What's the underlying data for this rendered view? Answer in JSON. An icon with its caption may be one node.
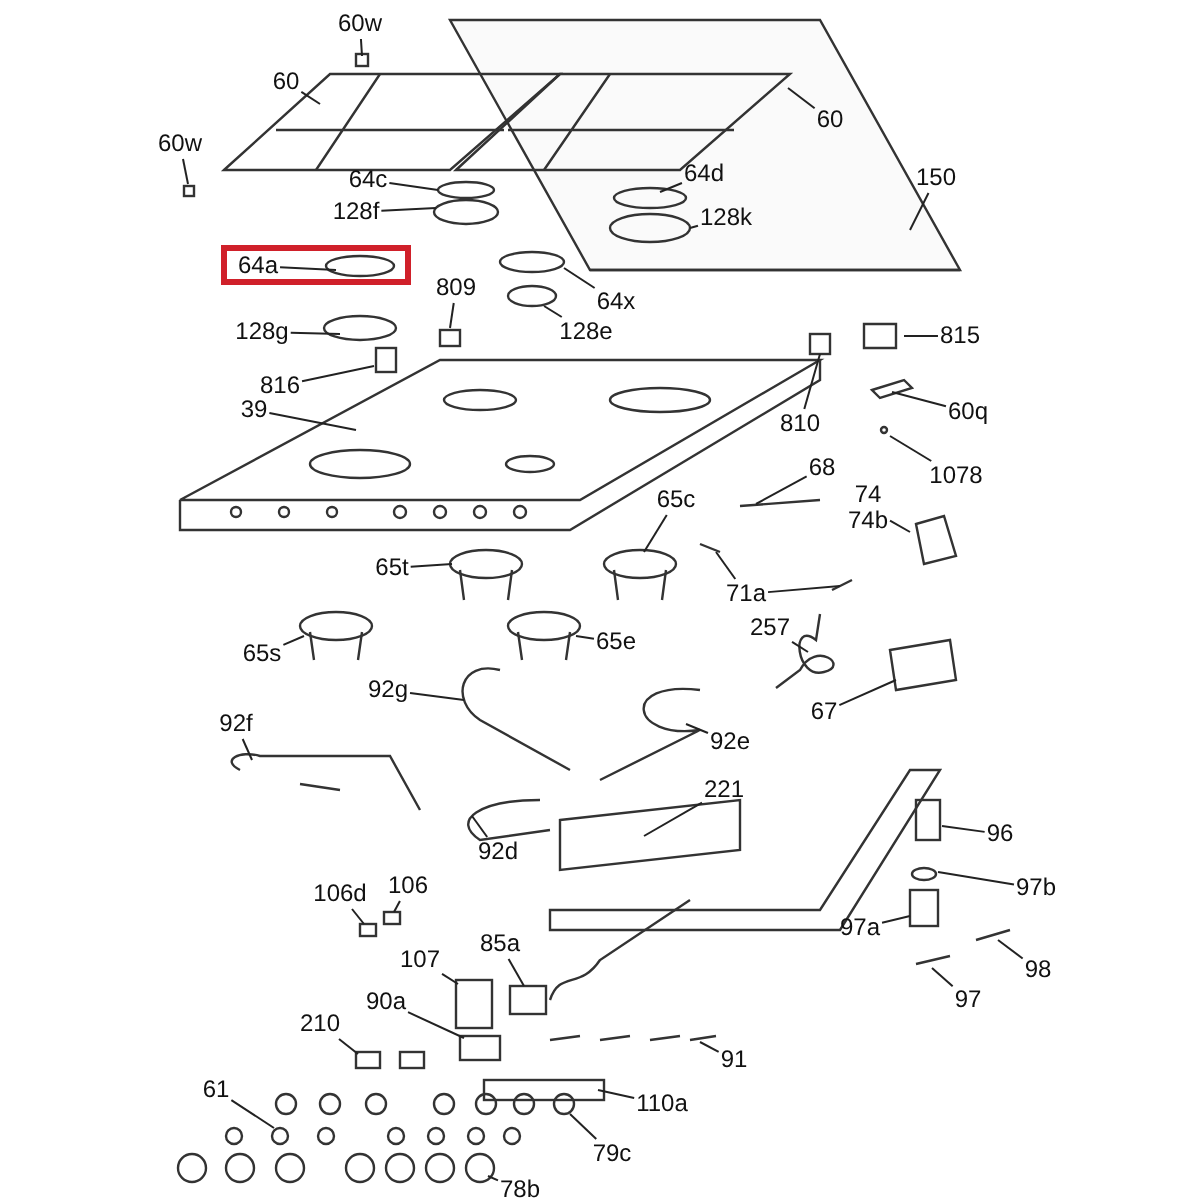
{
  "diagram": {
    "nodes": [
      {
        "text": [
          "60w"
        ]
      },
      {
        "text": [
          "60"
        ]
      },
      {
        "text": [
          "60w"
        ]
      },
      {
        "text": [
          "60"
        ]
      },
      {
        "text": [
          "150"
        ]
      },
      {
        "text": [
          "64c"
        ]
      },
      {
        "text": [
          "64d"
        ]
      },
      {
        "text": [
          "128f"
        ]
      },
      {
        "text": [
          "128k"
        ]
      },
      {
        "text": [
          "64a"
        ]
      },
      {
        "text": [
          "128g"
        ]
      },
      {
        "text": [
          "64x"
        ]
      },
      {
        "text": [
          "809"
        ]
      },
      {
        "text": [
          "128e"
        ]
      },
      {
        "text": [
          "816"
        ]
      },
      {
        "text": [
          "815"
        ]
      },
      {
        "text": [
          "810"
        ]
      },
      {
        "text": [
          "60q"
        ]
      },
      {
        "text": [
          "39"
        ]
      },
      {
        "text": [
          "1078"
        ]
      },
      {
        "text": [
          "68"
        ]
      },
      {
        "text": [
          "74",
          "74b"
        ]
      },
      {
        "text": [
          "65c"
        ]
      },
      {
        "text": [
          "65t"
        ]
      },
      {
        "text": [
          "71a"
        ]
      },
      {
        "text": [
          "65s"
        ]
      },
      {
        "text": [
          "65e"
        ]
      },
      {
        "text": [
          "257"
        ]
      },
      {
        "text": [
          "92g"
        ]
      },
      {
        "text": [
          "67"
        ]
      },
      {
        "text": [
          "92f"
        ]
      },
      {
        "text": [
          "92e"
        ]
      },
      {
        "text": [
          "221"
        ]
      },
      {
        "text": [
          "92d"
        ]
      },
      {
        "text": [
          "96"
        ]
      },
      {
        "text": [
          "106d"
        ]
      },
      {
        "text": [
          "106"
        ]
      },
      {
        "text": [
          "97b"
        ]
      },
      {
        "text": [
          "97a"
        ]
      },
      {
        "text": [
          "85a"
        ]
      },
      {
        "text": [
          "107"
        ]
      },
      {
        "text": [
          "98"
        ]
      },
      {
        "text": [
          "97"
        ]
      },
      {
        "text": [
          "90a"
        ]
      },
      {
        "text": [
          "210"
        ]
      },
      {
        "text": [
          "91"
        ]
      },
      {
        "text": [
          "61"
        ]
      },
      {
        "text": [
          "110a"
        ]
      },
      {
        "text": [
          "79c"
        ]
      },
      {
        "text": [
          "78b"
        ]
      }
    ],
    "edges": [
      {
        "from": 0,
        "to": null,
        "arrow": "none"
      },
      {
        "from": 1,
        "to": null,
        "arrow": "none"
      },
      {
        "from": 2,
        "to": null,
        "arrow": "none"
      },
      {
        "from": 3,
        "to": null,
        "arrow": "none"
      },
      {
        "from": 4,
        "to": null,
        "arrow": "none"
      },
      {
        "from": 5,
        "to": null,
        "arrow": "none"
      },
      {
        "from": 6,
        "to": null,
        "arrow": "none"
      },
      {
        "from": 7,
        "to": null,
        "arrow": "none"
      },
      {
        "from": 8,
        "to": null,
        "arrow": "none"
      },
      {
        "from": 9,
        "to": null,
        "arrow": "none"
      },
      {
        "from": 10,
        "to": null,
        "arrow": "none"
      },
      {
        "from": 11,
        "to": null,
        "arrow": "none"
      },
      {
        "from": 12,
        "to": null,
        "arrow": "none"
      },
      {
        "from": 13,
        "to": null,
        "arrow": "none"
      },
      {
        "from": 14,
        "to": null,
        "arrow": "none"
      },
      {
        "from": 15,
        "to": null,
        "arrow": "none"
      },
      {
        "from": 16,
        "to": null,
        "arrow": "none"
      },
      {
        "from": 17,
        "to": null,
        "arrow": "none"
      },
      {
        "from": 18,
        "to": null,
        "arrow": "none"
      },
      {
        "from": 19,
        "to": null,
        "arrow": "none"
      },
      {
        "from": 20,
        "to": null,
        "arrow": "none"
      },
      {
        "from": 21,
        "to": null,
        "arrow": "none"
      },
      {
        "from": 22,
        "to": null,
        "arrow": "none"
      },
      {
        "from": 23,
        "to": null,
        "arrow": "none"
      },
      {
        "from": 24,
        "to": null,
        "arrow": "none"
      },
      {
        "from": 24,
        "to": null,
        "arrow": "none"
      },
      {
        "from": 25,
        "to": null,
        "arrow": "none"
      },
      {
        "from": 26,
        "to": null,
        "arrow": "none"
      },
      {
        "from": 27,
        "to": null,
        "arrow": "none"
      },
      {
        "from": 28,
        "to": null,
        "arrow": "none"
      },
      {
        "from": 29,
        "to": null,
        "arrow": "none"
      },
      {
        "from": 30,
        "to": null,
        "arrow": "none"
      },
      {
        "from": 31,
        "to": null,
        "arrow": "none"
      },
      {
        "from": 32,
        "to": null,
        "arrow": "none"
      },
      {
        "from": 33,
        "to": null,
        "arrow": "none"
      },
      {
        "from": 34,
        "to": null,
        "arrow": "none"
      },
      {
        "from": 35,
        "to": null,
        "arrow": "none"
      },
      {
        "from": 36,
        "to": null,
        "arrow": "none"
      },
      {
        "from": 37,
        "to": null,
        "arrow": "none"
      },
      {
        "from": 38,
        "to": null,
        "arrow": "none"
      },
      {
        "from": 39,
        "to": null,
        "arrow": "none"
      },
      {
        "from": 40,
        "to": null,
        "arrow": "none"
      },
      {
        "from": 41,
        "to": null,
        "arrow": "none"
      },
      {
        "from": 42,
        "to": null,
        "arrow": "none"
      },
      {
        "from": 43,
        "to": null,
        "arrow": "none"
      },
      {
        "from": 44,
        "to": null,
        "arrow": "none"
      },
      {
        "from": 45,
        "to": null,
        "arrow": "none"
      },
      {
        "from": 46,
        "to": null,
        "arrow": "none"
      },
      {
        "from": 47,
        "to": null,
        "arrow": "none"
      },
      {
        "from": 48,
        "to": null,
        "arrow": "none"
      },
      {
        "from": 49,
        "to": null,
        "arrow": "none"
      }
    ]
  }
}
